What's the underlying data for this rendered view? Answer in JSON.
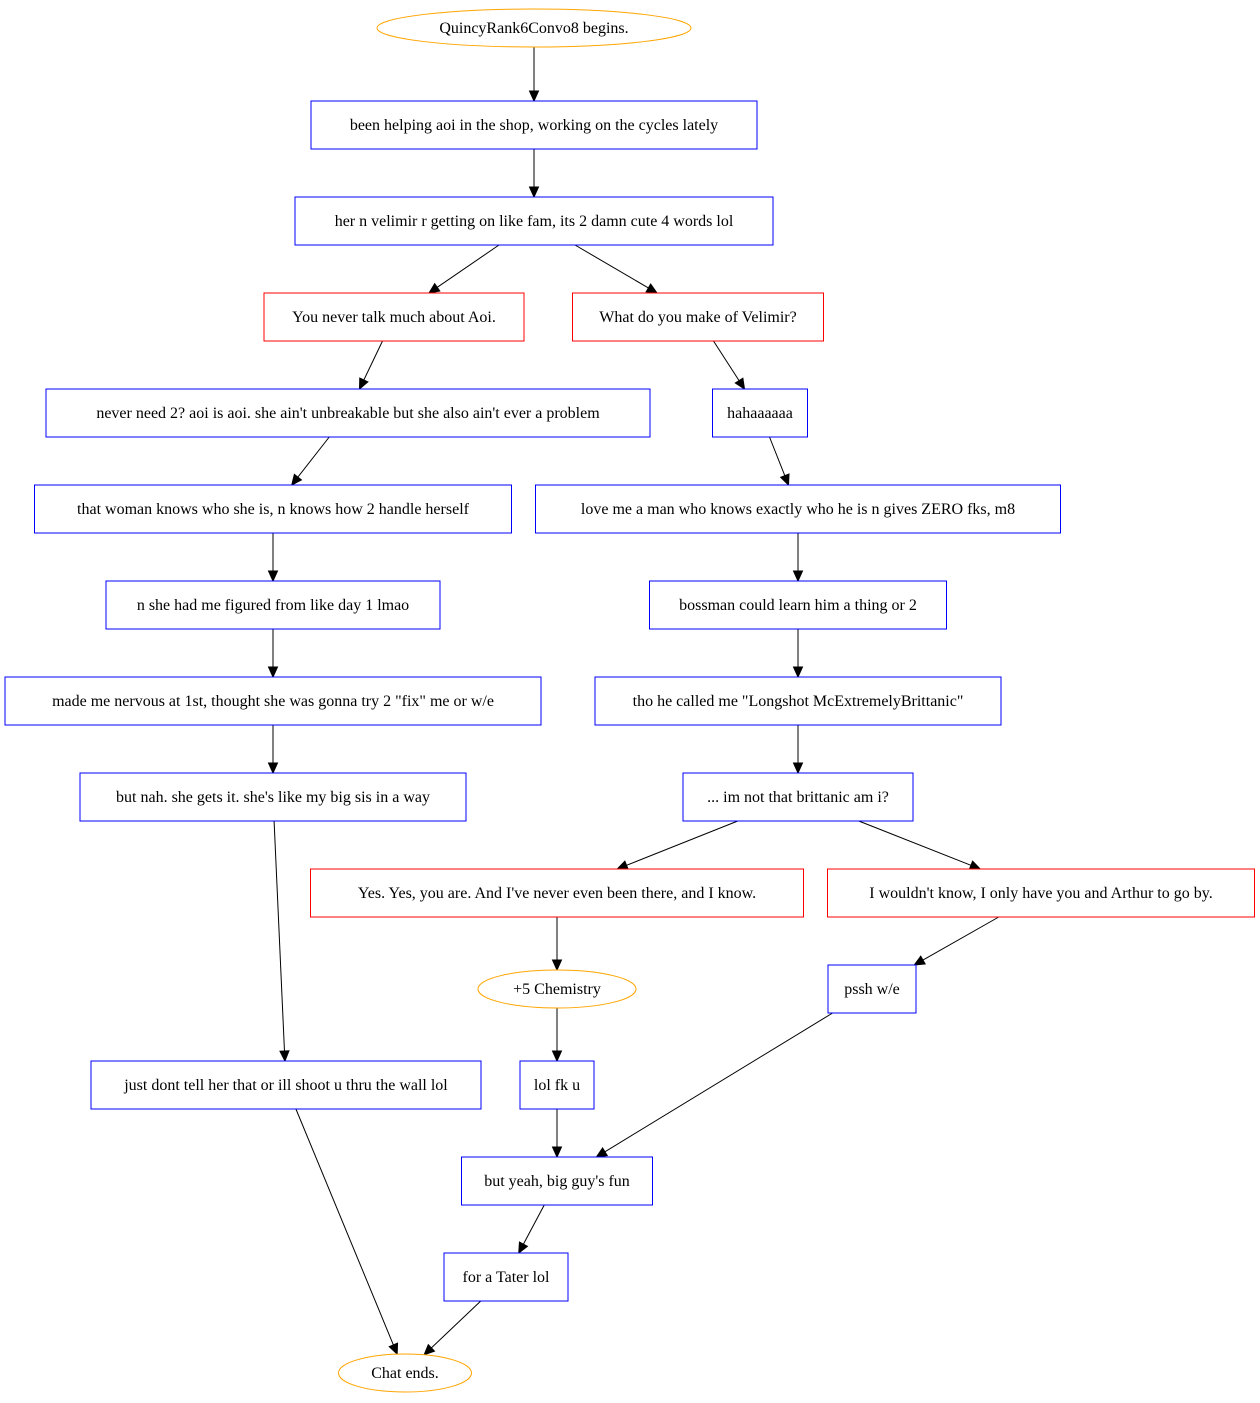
{
  "colors": {
    "event": "#ffa500",
    "npc": "#0000ff",
    "choice": "#ff0000",
    "edge": "#000000"
  },
  "nodes": [
    {
      "id": "start",
      "kind": "event",
      "text": "QuincyRank6Convo8 begins."
    },
    {
      "id": "n1",
      "kind": "npc",
      "text": "been helping aoi in the shop, working on the cycles lately"
    },
    {
      "id": "n2",
      "kind": "npc",
      "text": "her n velimir r getting on like fam, its 2 damn cute 4 words lol"
    },
    {
      "id": "c1",
      "kind": "choice",
      "text": "You never talk much about Aoi."
    },
    {
      "id": "c2",
      "kind": "choice",
      "text": "What do you make of Velimir?"
    },
    {
      "id": "a1",
      "kind": "npc",
      "text": "never need 2? aoi is aoi. she ain't unbreakable but she also ain't ever a problem"
    },
    {
      "id": "a2",
      "kind": "npc",
      "text": "that woman knows who she is, n knows how 2 handle herself"
    },
    {
      "id": "a3",
      "kind": "npc",
      "text": "n she had me figured from like day 1 lmao"
    },
    {
      "id": "a4",
      "kind": "npc",
      "text": "made me nervous at 1st, thought she was gonna try 2 \"fix\" me or w/e"
    },
    {
      "id": "a5",
      "kind": "npc",
      "text": "but nah. she gets it. she's like my big sis in a way"
    },
    {
      "id": "a6",
      "kind": "npc",
      "text": "just dont tell her that or ill shoot u thru the wall lol"
    },
    {
      "id": "v1",
      "kind": "npc",
      "text": "hahaaaaaa"
    },
    {
      "id": "v2",
      "kind": "npc",
      "text": "love me a man who knows exactly who he is n gives ZERO fks, m8"
    },
    {
      "id": "v3",
      "kind": "npc",
      "text": "bossman could learn him a thing or 2"
    },
    {
      "id": "v4",
      "kind": "npc",
      "text": "tho he called me \"Longshot McExtremelyBrittanic\""
    },
    {
      "id": "v5",
      "kind": "npc",
      "text": "... im not that brittanic am i?"
    },
    {
      "id": "c3",
      "kind": "choice",
      "text": "Yes. Yes, you are. And I've never even been there, and I know."
    },
    {
      "id": "c4",
      "kind": "choice",
      "text": "I wouldn't know, I only have you and Arthur to go by."
    },
    {
      "id": "e1",
      "kind": "event",
      "text": "+5 Chemistry"
    },
    {
      "id": "r1",
      "kind": "npc",
      "text": "pssh w/e"
    },
    {
      "id": "r2",
      "kind": "npc",
      "text": "lol fk u"
    },
    {
      "id": "m1",
      "kind": "npc",
      "text": "but yeah, big guy's fun"
    },
    {
      "id": "m2",
      "kind": "npc",
      "text": "for a Tater lol"
    },
    {
      "id": "end",
      "kind": "event",
      "text": "Chat ends."
    }
  ],
  "edges": [
    {
      "from": "start",
      "to": "n1"
    },
    {
      "from": "n1",
      "to": "n2"
    },
    {
      "from": "n2",
      "to": "c1"
    },
    {
      "from": "n2",
      "to": "c2"
    },
    {
      "from": "c1",
      "to": "a1"
    },
    {
      "from": "a1",
      "to": "a2"
    },
    {
      "from": "a2",
      "to": "a3"
    },
    {
      "from": "a3",
      "to": "a4"
    },
    {
      "from": "a4",
      "to": "a5"
    },
    {
      "from": "a5",
      "to": "a6"
    },
    {
      "from": "a6",
      "to": "end"
    },
    {
      "from": "c2",
      "to": "v1"
    },
    {
      "from": "v1",
      "to": "v2"
    },
    {
      "from": "v2",
      "to": "v3"
    },
    {
      "from": "v3",
      "to": "v4"
    },
    {
      "from": "v4",
      "to": "v5"
    },
    {
      "from": "v5",
      "to": "c3"
    },
    {
      "from": "v5",
      "to": "c4"
    },
    {
      "from": "c3",
      "to": "e1"
    },
    {
      "from": "e1",
      "to": "r2"
    },
    {
      "from": "c4",
      "to": "r1"
    },
    {
      "from": "r1",
      "to": "m1"
    },
    {
      "from": "r2",
      "to": "m1"
    },
    {
      "from": "m1",
      "to": "m2"
    },
    {
      "from": "m2",
      "to": "end"
    }
  ]
}
